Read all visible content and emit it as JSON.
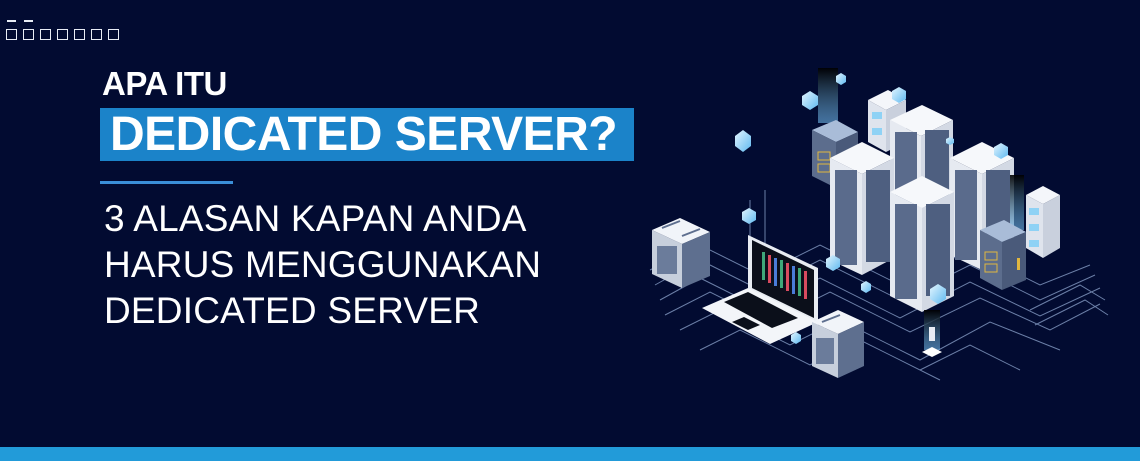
{
  "banner": {
    "alt_text_glyphs": [
      {
        "mark": true
      },
      {
        "mark": true
      },
      {
        "mark": false
      },
      {
        "mark": false
      },
      {
        "mark": false
      },
      {
        "mark": false
      },
      {
        "mark": false
      }
    ],
    "kicker": "APA ITU",
    "title": "DEDICATED SERVER?",
    "subtitle_lines": [
      "3 ALASAN KAPAN ANDA",
      "HARUS MENGGUNAKAN",
      "DEDICATED SERVER"
    ],
    "colors": {
      "background": "#020b31",
      "title_highlight": "#1b83c9",
      "rule": "#3b8fd8",
      "bottom_stripe": "#229bd9",
      "text": "#ffffff"
    },
    "illustration": {
      "description": "isometric-data-center",
      "icons": [
        "server-rack-icon",
        "laptop-chart-icon",
        "cloud-cube-icon",
        "circuit-lines-icon"
      ]
    }
  }
}
